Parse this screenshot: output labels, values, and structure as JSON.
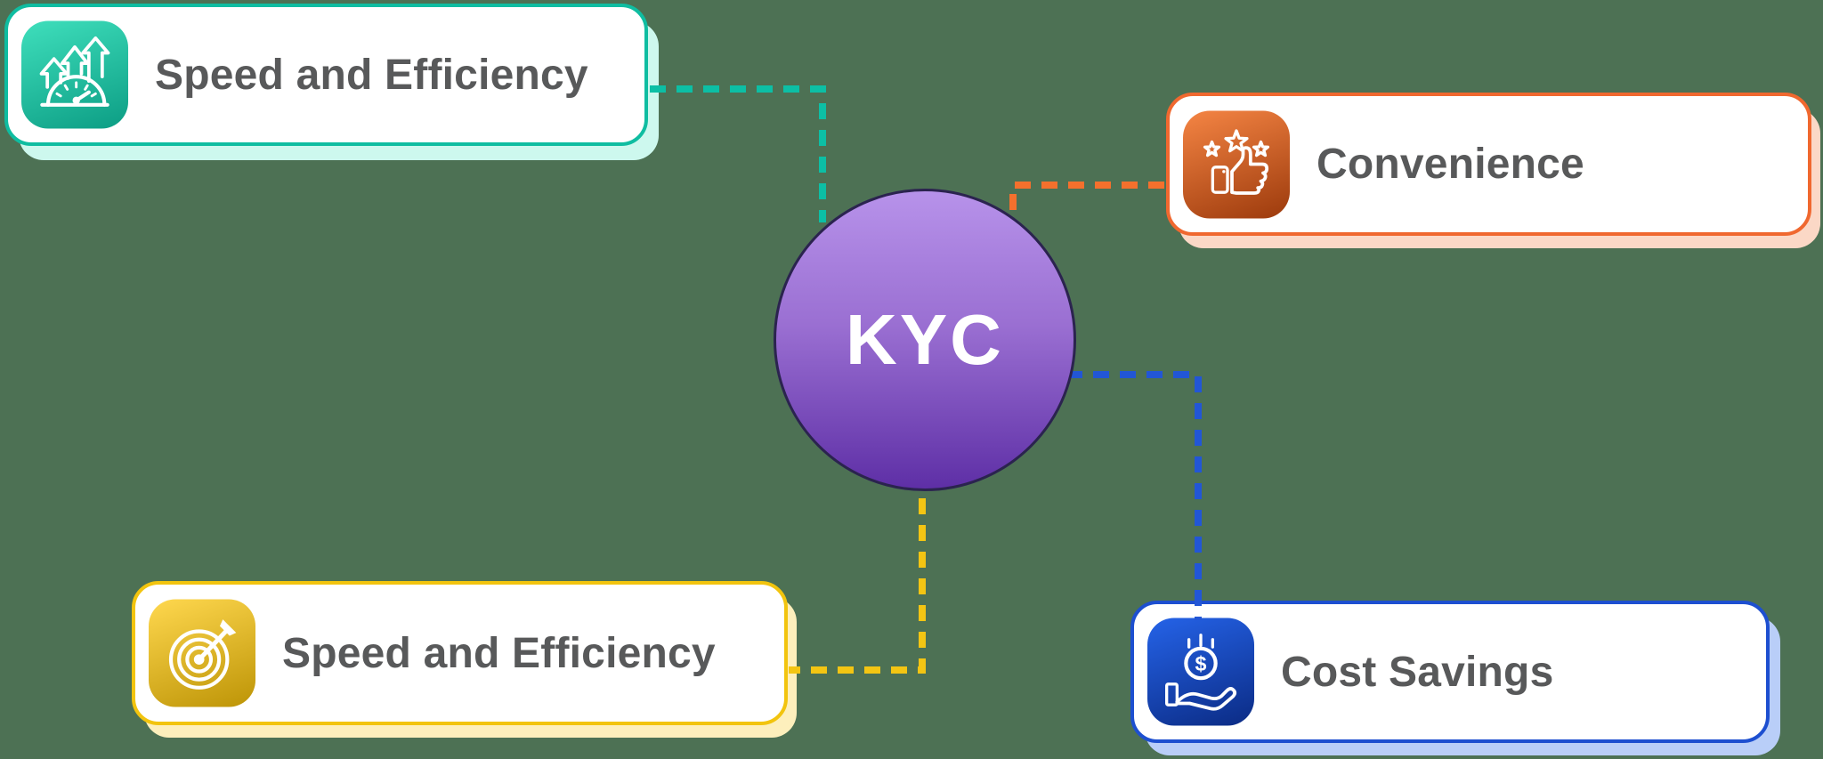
{
  "background_color": "#4d7154",
  "center": {
    "label": "KYC",
    "shape": "circle",
    "fill_top": "#b792ea",
    "fill_bottom": "#5e2fa6",
    "text_color": "#ffffff"
  },
  "label_text_color": "#58595a",
  "cards": [
    {
      "label": "Speed and Efficiency",
      "position": "top-left",
      "accent_color": "#0fbda1",
      "glow_color": "#cdf8ee",
      "icon": "speedometer-arrows-icon",
      "icon_gradient": [
        "#3fdfbc",
        "#0c9d84"
      ],
      "connector_color": "#0cbfa5"
    },
    {
      "label": "Convenience",
      "position": "top-right",
      "accent_color": "#f0682f",
      "glow_color": "#fbd8c6",
      "icon": "thumbs-up-stars-icon",
      "icon_gradient": [
        "#f58544",
        "#9c3a0c"
      ],
      "connector_color": "#f4702d"
    },
    {
      "label": "Speed and Efficiency",
      "position": "bottom-left",
      "accent_color": "#f2c40e",
      "glow_color": "#fdefbc",
      "icon": "target-dart-icon",
      "icon_gradient": [
        "#ffd84f",
        "#bd9406"
      ],
      "connector_color": "#f3c513"
    },
    {
      "label": "Cost Savings",
      "position": "bottom-right",
      "accent_color": "#1d4fd0",
      "glow_color": "#b9cef8",
      "icon": "hand-coin-icon",
      "icon_gradient": [
        "#2563e8",
        "#0b2b84"
      ],
      "connector_color": "#2256d6"
    }
  ]
}
